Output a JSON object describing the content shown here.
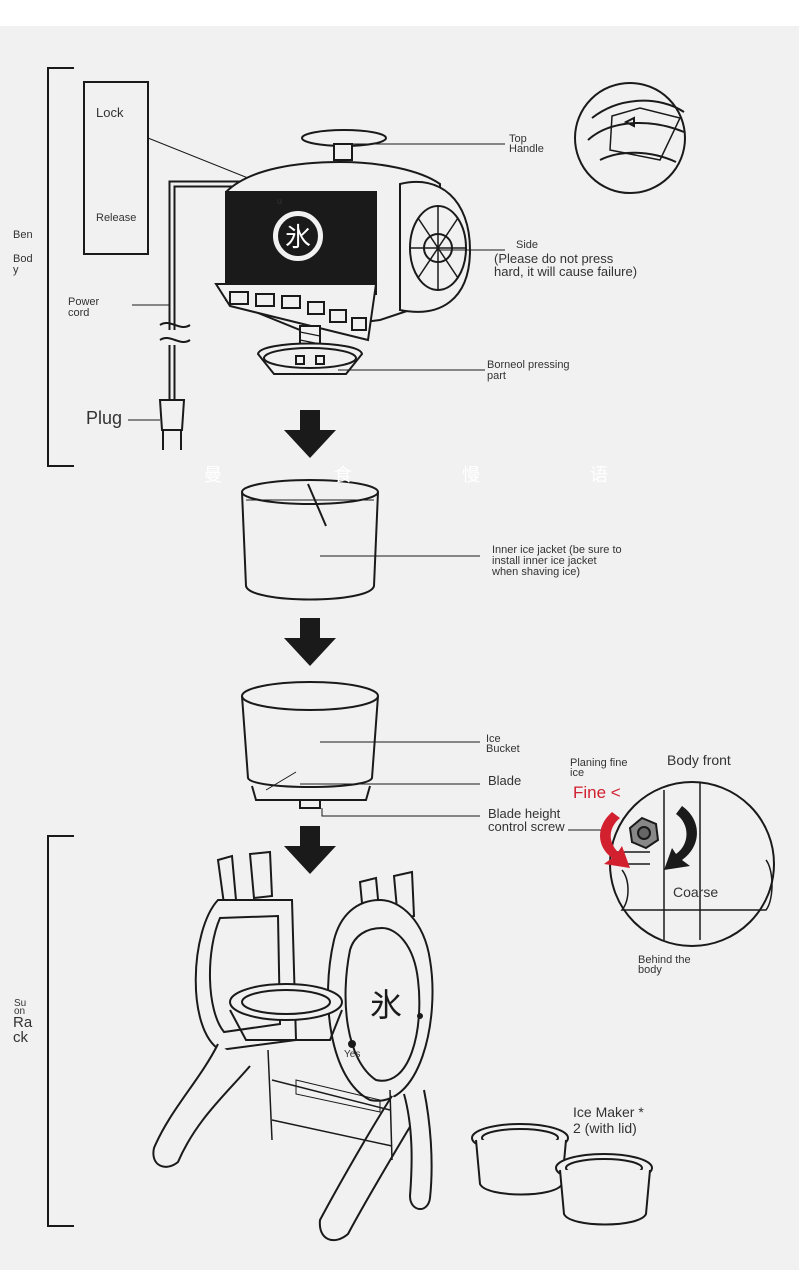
{
  "labels": {
    "lock": "Lock",
    "release": "Release",
    "ben": "Ben",
    "body": "Bod\ny",
    "power_cord": "Power\ncord",
    "plug": "Plug",
    "top_handle": "Top\nHandle",
    "u_mark": "u",
    "side": "Side",
    "side_note": "(Please do not press\nhard, it will cause failure)",
    "pressing_part": "Borneol pressing\npart",
    "watermark": [
      "曼",
      "食",
      "慢",
      "语"
    ],
    "inner_jacket": "Inner ice jacket (be sure to\ninstall inner ice jacket\nwhen shaving ice)",
    "ice_bucket": "Ice\nBucket",
    "blade": "Blade",
    "blade_height": "Blade height\ncontrol screw",
    "planing_fine": "Planing fine\nice",
    "body_front": "Body front",
    "fine": "Fine <",
    "coarse": "Coarse",
    "behind_body": "Behind the\nbody",
    "su": "Su\non",
    "rack": "Ra\nck",
    "yes": "Yes",
    "ice_maker": "Ice Maker *\n2 (with lid)",
    "stand_char": "氷",
    "body_char": "氷"
  },
  "icons": [
    "lock-detail-icon",
    "arrow-down-icon",
    "adjust-knob-icon",
    "curved-arrow-icon"
  ],
  "colors": {
    "line": "#1a1a1a",
    "fine": "#d2202f",
    "panel": "#f1f1f1"
  }
}
